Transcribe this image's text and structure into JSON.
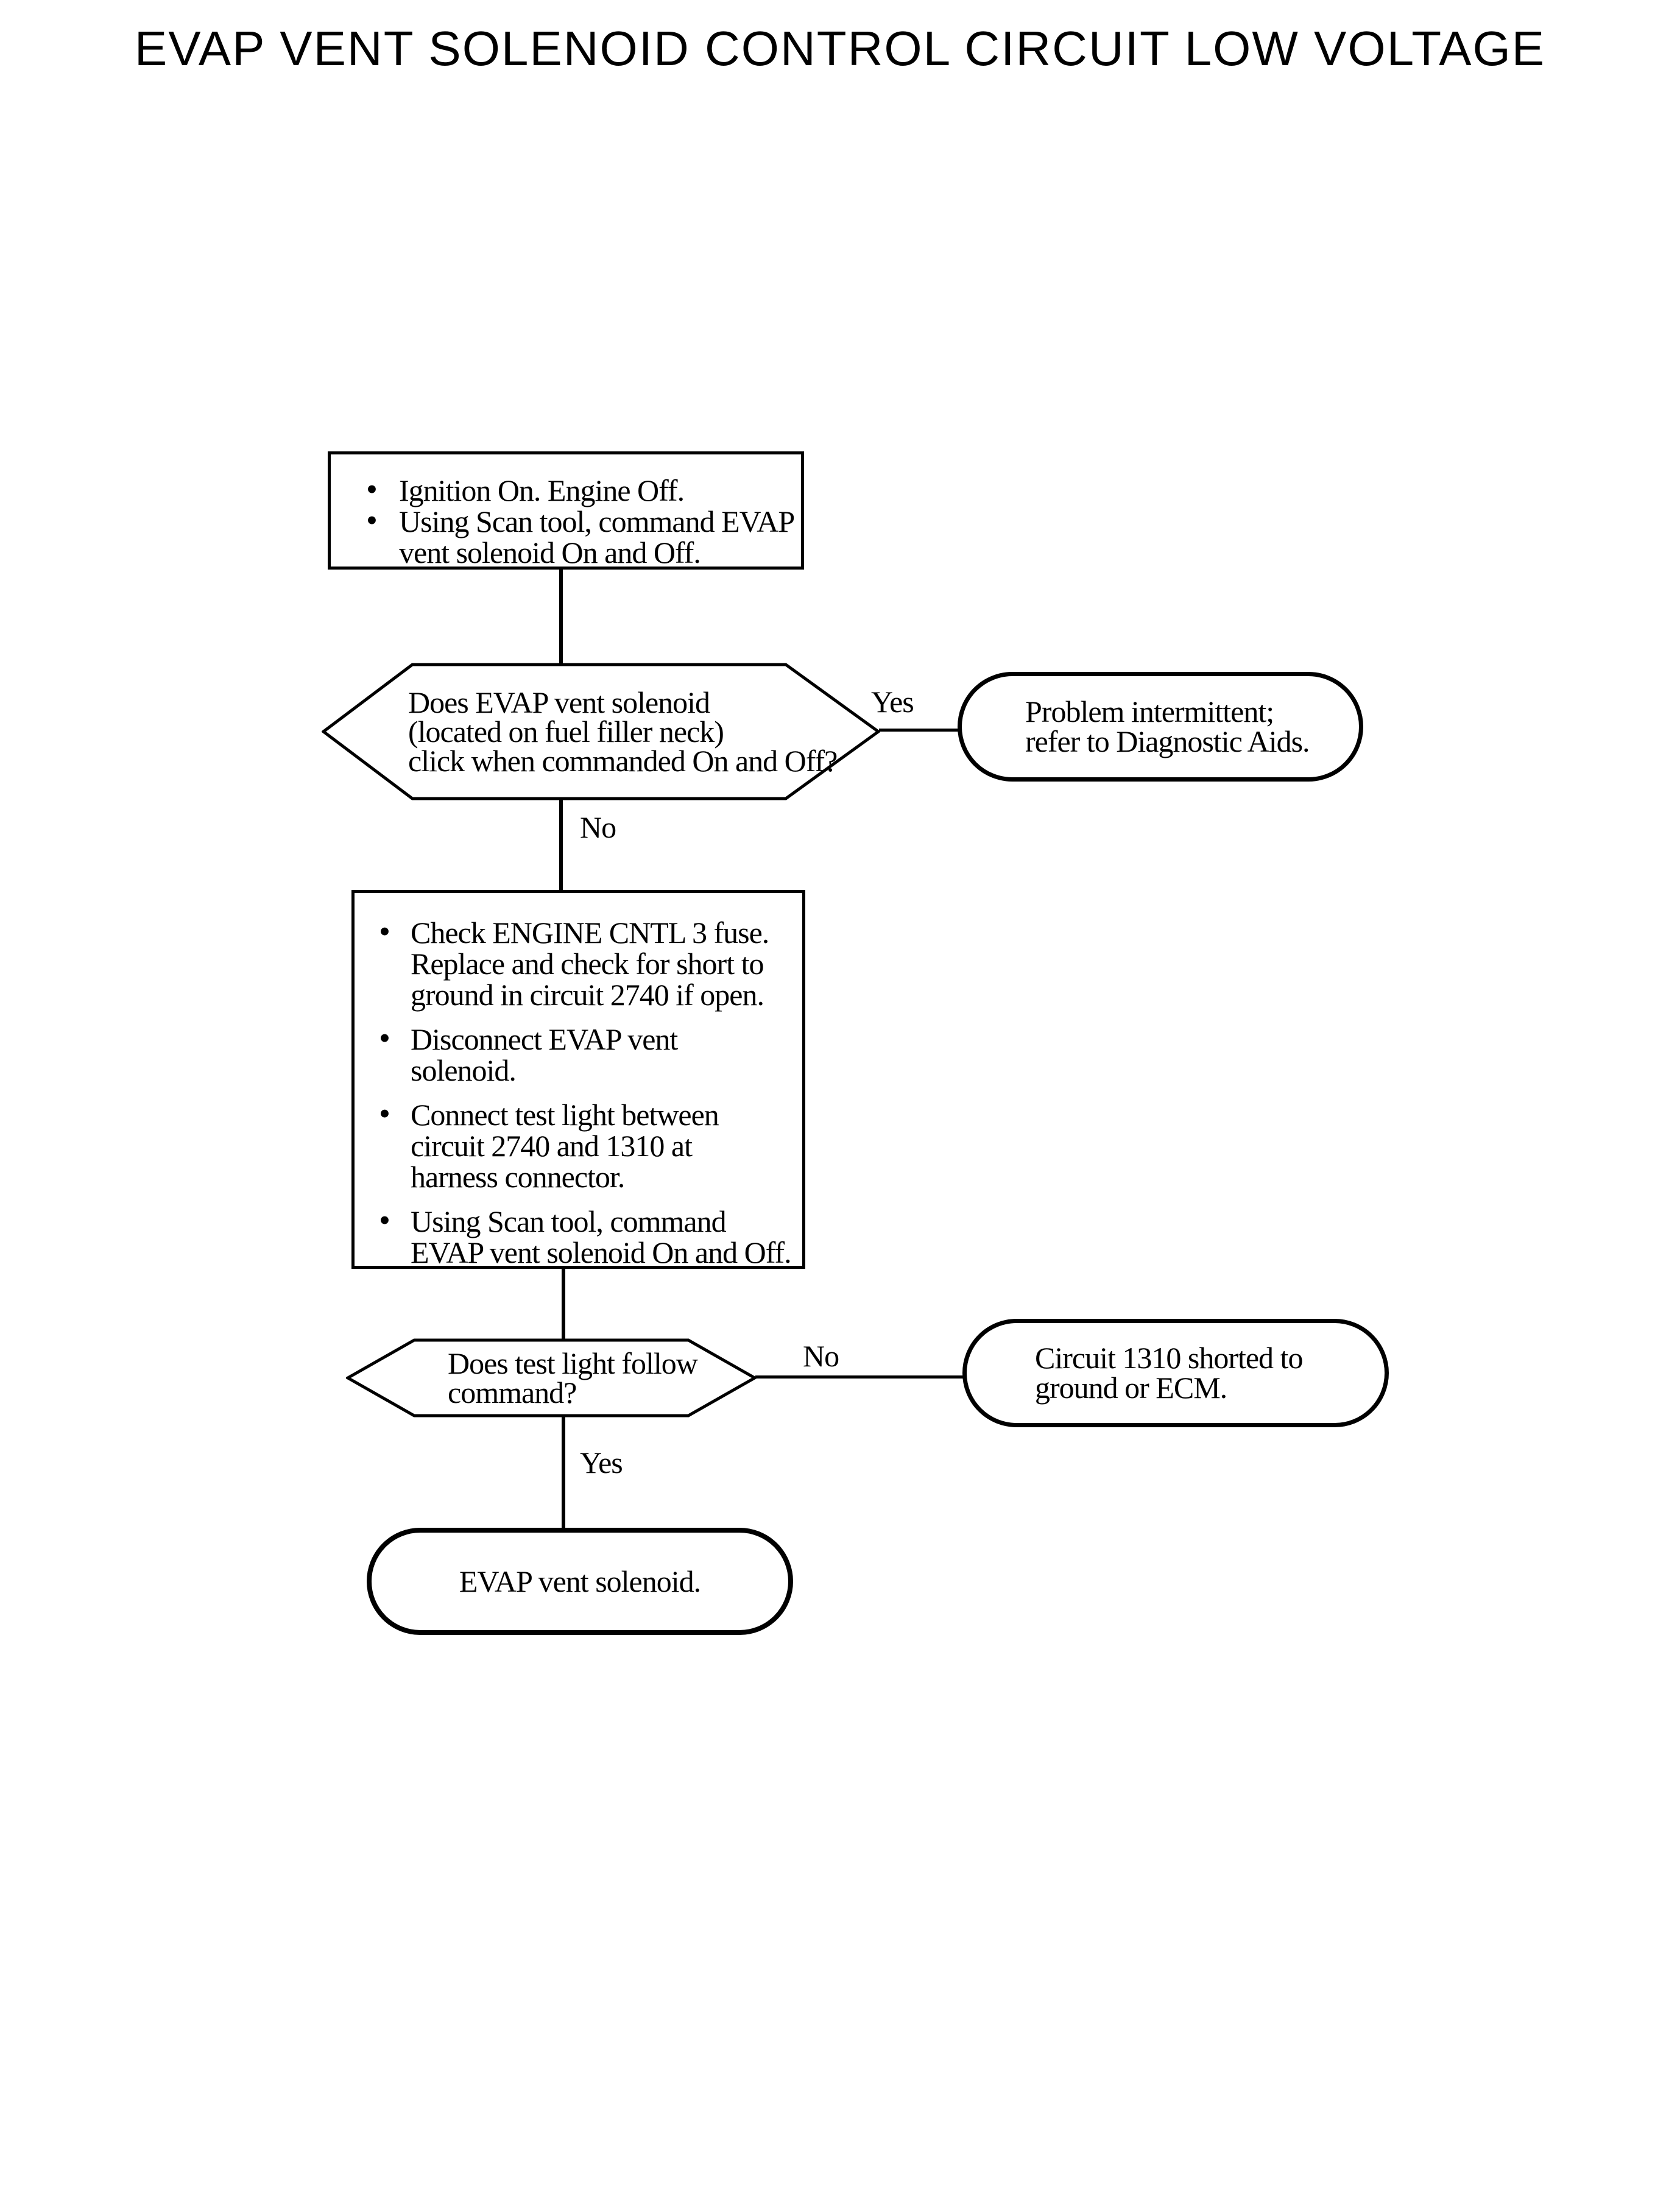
{
  "page": {
    "title": "EVAP VENT SOLENOID CONTROL CIRCUIT LOW VOLTAGE",
    "background_color": "#ffffff",
    "line_color": "#000000",
    "shape_fill_color": "#ffffff"
  },
  "flowchart": {
    "step1": {
      "bullets": [
        "Ignition On. Engine Off.",
        "Using Scan tool, command EVAP\nvent solenoid On and Off."
      ]
    },
    "decision1": {
      "question": "Does EVAP vent solenoid\n(located on fuel filler neck)\nclick when commanded On and Off?",
      "yes_label": "Yes",
      "no_label": "No"
    },
    "outcome1": {
      "text": "Problem intermittent;\nrefer to Diagnostic Aids."
    },
    "step2": {
      "bullets": [
        "Check ENGINE CNTL 3 fuse.\nReplace and check for short to\nground in circuit 2740 if open.",
        "Disconnect EVAP vent\nsolenoid.",
        "Connect test light between\ncircuit 2740 and 1310 at\nharness connector.",
        "Using Scan tool, command\nEVAP vent solenoid On and Off."
      ]
    },
    "decision2": {
      "question": "Does test light follow\ncommand?",
      "no_label": "No",
      "yes_label": "Yes"
    },
    "outcome2": {
      "text": "Circuit 1310 shorted to\nground or ECM."
    },
    "terminal": {
      "text": "EVAP vent solenoid."
    }
  }
}
